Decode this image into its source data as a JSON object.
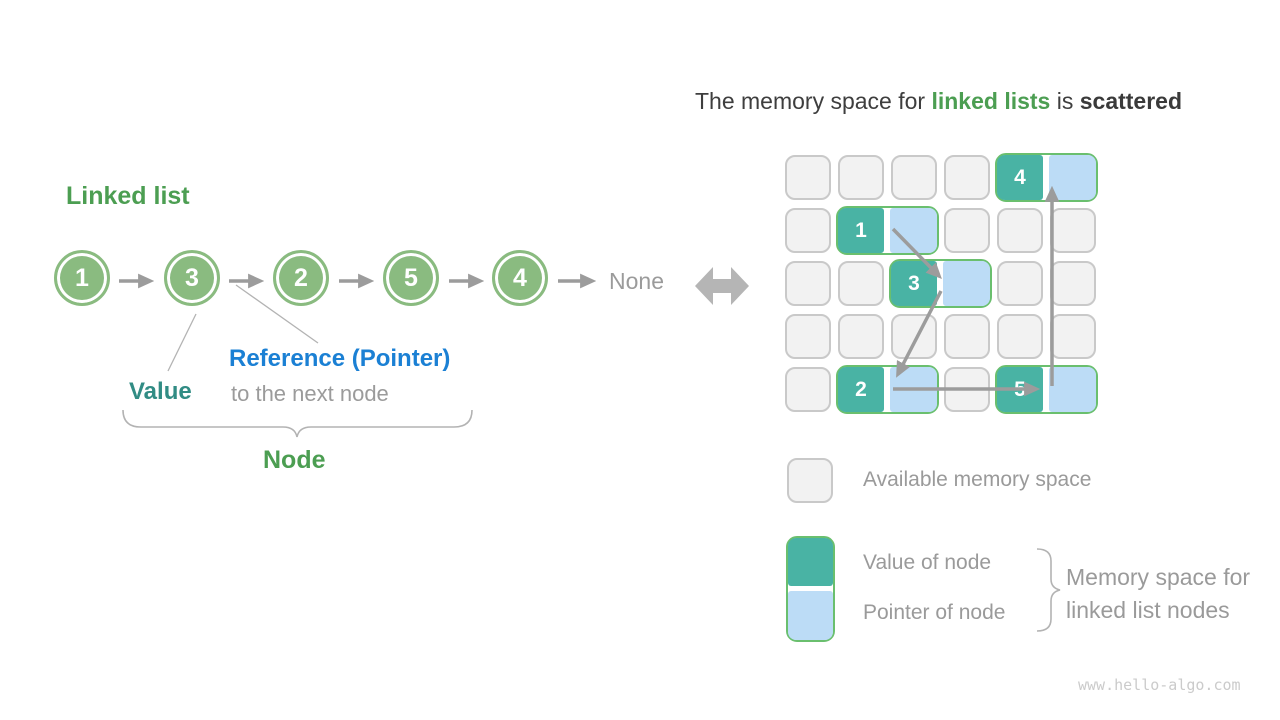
{
  "title": {
    "prefix": "The memory space for ",
    "highlight": "linked lists",
    "middle": " is ",
    "emphasis": "scattered"
  },
  "linked_list": {
    "heading": "Linked list",
    "nodes": [
      "1",
      "3",
      "2",
      "5",
      "4"
    ],
    "terminal": "None"
  },
  "annotations": {
    "value": "Value",
    "reference": "Reference (Pointer)",
    "reference_sub": "to the next node",
    "node": "Node"
  },
  "memory_grid": {
    "rows": 5,
    "cols": 6,
    "nodes": [
      {
        "label": "4",
        "row": 0,
        "col": 4
      },
      {
        "label": "1",
        "row": 1,
        "col": 1
      },
      {
        "label": "3",
        "row": 2,
        "col": 2
      },
      {
        "label": "2",
        "row": 4,
        "col": 1
      },
      {
        "label": "5",
        "row": 4,
        "col": 4
      }
    ]
  },
  "legend": {
    "available": "Available memory space",
    "value_of_node": "Value of node",
    "pointer_of_node": "Pointer of node",
    "brace_note_line1": "Memory space for",
    "brace_note_line2": "linked list nodes"
  },
  "watermark": "www.hello-algo.com",
  "colors": {
    "green_text": "#4c9e52",
    "teal_cell": "#49b3a4",
    "pointer_blue": "#bcdcf6",
    "node_circle_green": "#8abb80",
    "pair_border_green": "#6abf6e",
    "arrow_gray": "#9c9c9c",
    "reference_blue": "#1b80d4",
    "value_teal": "#318c84",
    "muted_gray": "#9b9b9b",
    "dark_text": "#3e3e3e"
  }
}
